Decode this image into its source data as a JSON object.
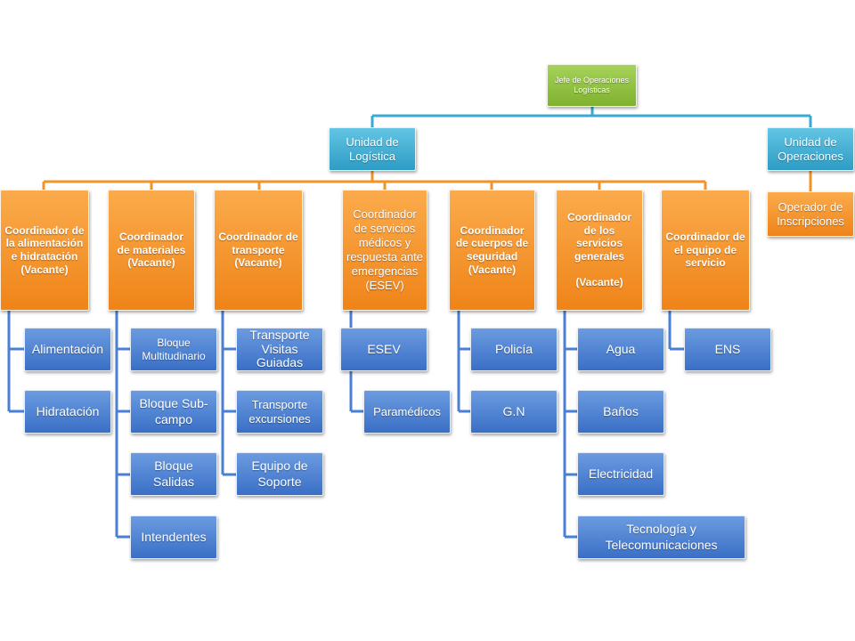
{
  "root": {
    "label": "Jefe de Operaciones Logísticas"
  },
  "units": [
    {
      "label": "Unidad de Logística"
    },
    {
      "label": "Unidad de Operaciones"
    }
  ],
  "coordinators": [
    {
      "label": "Coordinador de la alimentación e hidratación (Vacante)",
      "children": [
        "Alimentación",
        "Hidratación"
      ]
    },
    {
      "label": "Coordinador de materiales (Vacante)",
      "children": [
        "Bloque Multitudinario",
        "Bloque Sub-campo",
        "Bloque Salidas",
        "Intendentes"
      ]
    },
    {
      "label": "Coordinador de transporte (Vacante)",
      "children": [
        "Transporte Visitas Guiadas",
        "Transporte excursiones",
        "Equipo de Soporte"
      ]
    },
    {
      "label": "Coordinador de servicios médicos y respuesta ante emergencias (ESEV)",
      "children": [
        "ESEV",
        "Paramédicos"
      ]
    },
    {
      "label": "Coordinador de cuerpos de seguridad (Vacante)",
      "children": [
        "Policía",
        "G.N"
      ]
    },
    {
      "label": "Coordinador de los servicios generales\n\n(Vacante)",
      "children": [
        "Agua",
        "Baños",
        "Electricidad",
        "Tecnología y Telecomunicaciones"
      ]
    },
    {
      "label": "Coordinador de el equipo de servicio",
      "children": [
        "ENS"
      ]
    }
  ],
  "operaciones": [
    {
      "label": "Operador de Inscripciones"
    }
  ],
  "colors": {
    "root": "#8cc03b",
    "unit": "#3aa8d0",
    "coordinator": "#f39325",
    "leaf": "#4a7fd4",
    "connector_unit": "#3aa8d0",
    "connector_coordinator": "#f39325",
    "connector_leaf": "#4a7fd4"
  }
}
